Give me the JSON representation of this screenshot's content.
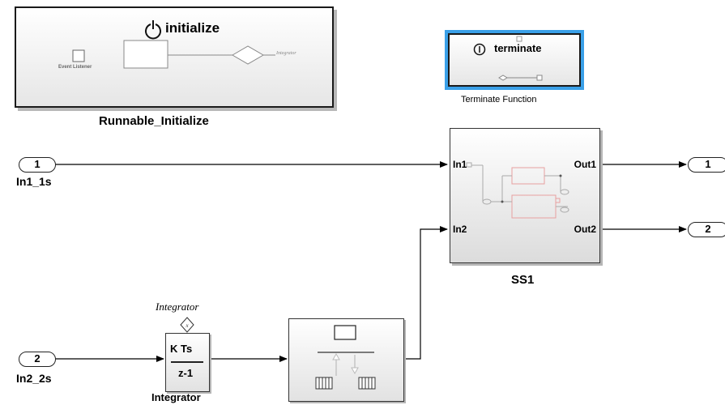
{
  "initialize_block": {
    "title": "initialize",
    "event_listener_label": "Event Listener",
    "integrator_ref_label": "Integrator",
    "name": "Runnable_Initialize"
  },
  "terminate_block": {
    "title": "terminate",
    "name": "Terminate Function"
  },
  "inports": [
    {
      "number": "1",
      "name": "In1_1s"
    },
    {
      "number": "2",
      "name": "In2_2s"
    }
  ],
  "outports": [
    {
      "number": "1"
    },
    {
      "number": "2"
    }
  ],
  "subsystem": {
    "name": "SS1",
    "in_ports": [
      "In1",
      "In2"
    ],
    "out_ports": [
      "Out1",
      "Out2"
    ]
  },
  "integrator_block": {
    "name": "Integrator",
    "numerator": "K Ts",
    "denominator": "z-1",
    "event_label": "Integrator",
    "event_glyph": "x"
  },
  "rate_transition_block": {
    "name": ""
  },
  "colors": {
    "selection": "#3aa0e8",
    "line": "#000000",
    "thumbnail": "#e8a0a0"
  }
}
